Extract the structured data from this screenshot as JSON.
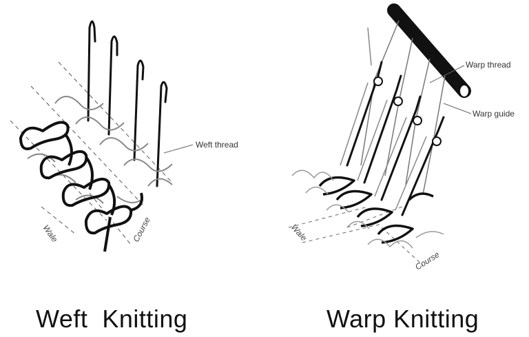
{
  "weft": {
    "caption": "Weft  Knitting",
    "labels": {
      "thread": "Weft thread",
      "wale": "Wale",
      "course": "Course"
    }
  },
  "warp": {
    "caption": "Warp Knitting",
    "labels": {
      "thread": "Warp thread",
      "guide": "Warp guide",
      "wale": "Wale",
      "course": "Course"
    }
  }
}
